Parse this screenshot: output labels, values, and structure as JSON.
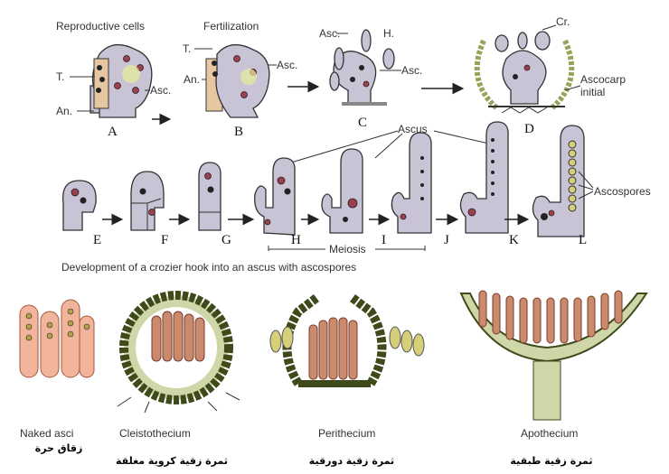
{
  "top_row": {
    "titles": {
      "reproductive_cells": "Reproductive cells",
      "fertilization": "Fertilization"
    },
    "labels": {
      "t": "T.",
      "an": "An.",
      "asc": "Asc.",
      "h": "H.",
      "cr": "Cr.",
      "ascocarp_initial_1": "Ascocarp",
      "ascocarp_initial_2": "initial"
    },
    "stages": [
      "A",
      "B",
      "C",
      "D"
    ]
  },
  "middle_row": {
    "ascus_label": "Ascus",
    "ascospores_label": "Ascospores",
    "meiosis_label": "Meiosis",
    "stages": [
      "E",
      "F",
      "G",
      "H",
      "I",
      "J",
      "K",
      "L"
    ],
    "caption": "Development of a crozier hook into an ascus with ascospores"
  },
  "bottom_row": {
    "types": [
      {
        "name": "Naked asci",
        "arabic": "زقاق حرة"
      },
      {
        "name": "Cleistothecium",
        "arabic": "ثمرة زقية كروية مغلقة"
      },
      {
        "name": "Perithecium",
        "arabic": "ثمرة زقية دورقية"
      },
      {
        "name": "Apothecium",
        "arabic": "ثمرة زقية طبقية"
      }
    ]
  },
  "colors": {
    "cell": "#c9c3d6",
    "nucleus": "#9c4050",
    "wall": "#5f6b2e",
    "ascus_fill": "#c98a6e"
  }
}
